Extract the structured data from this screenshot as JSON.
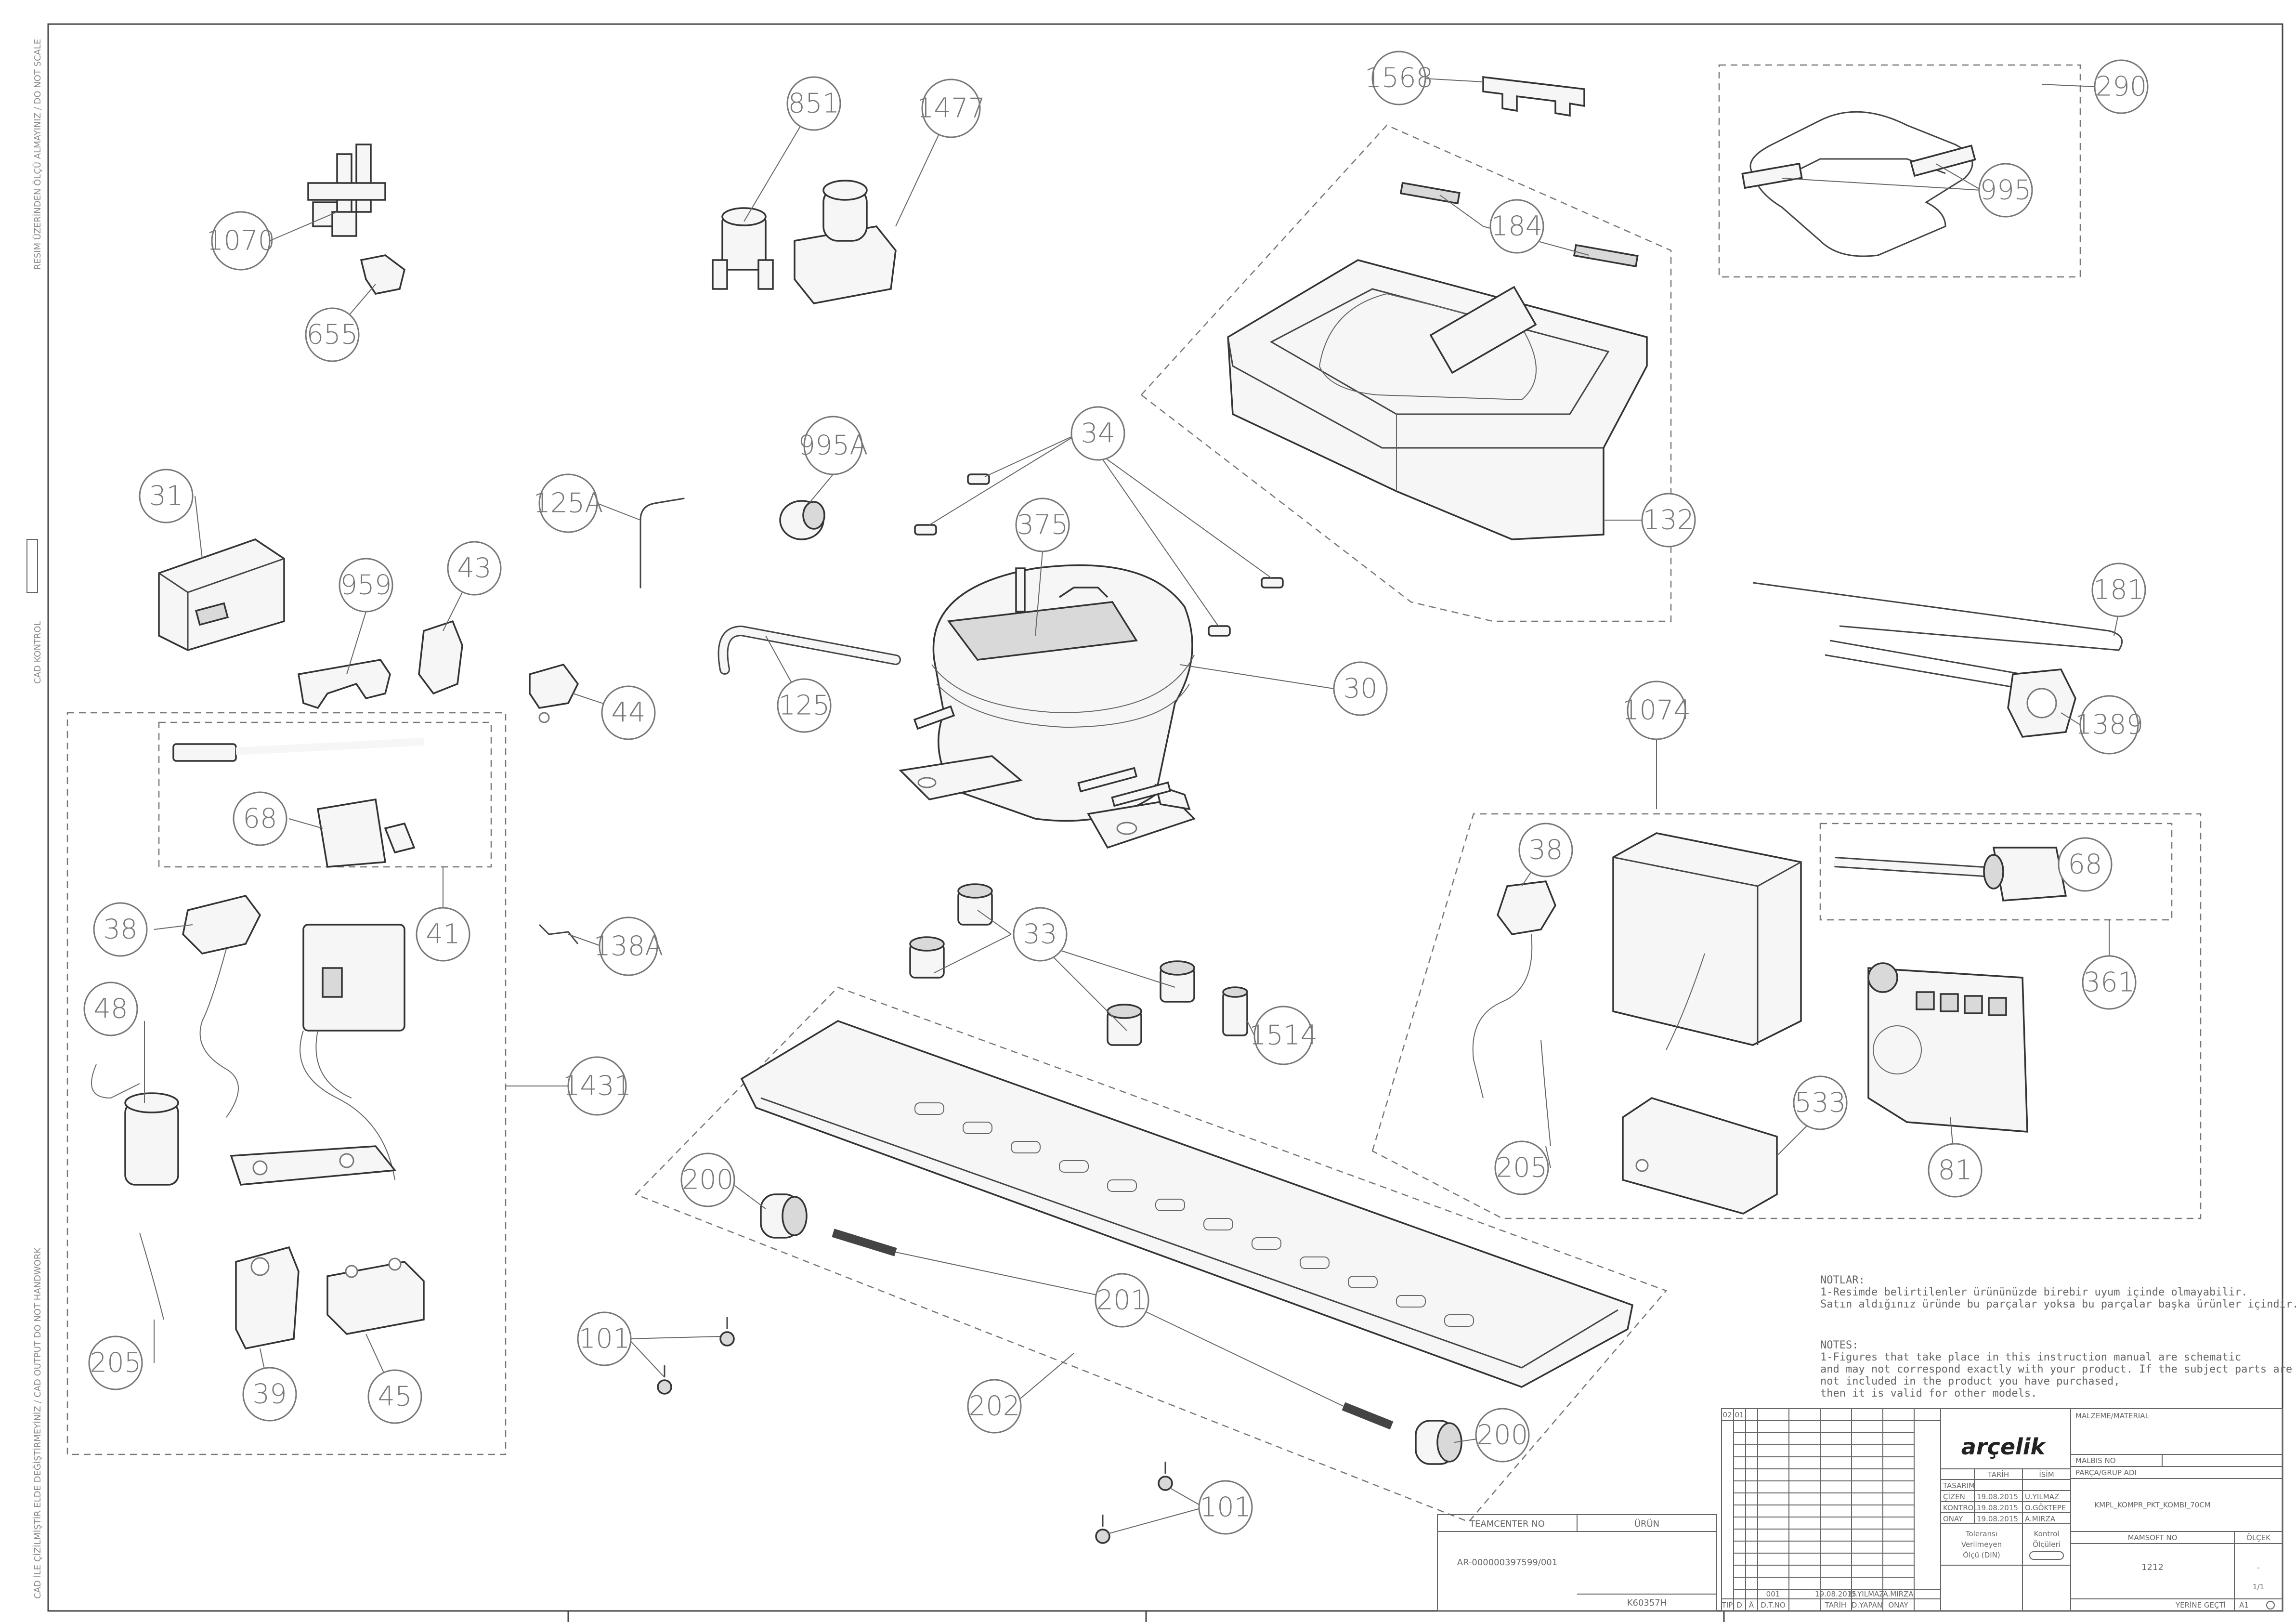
{
  "callouts": [
    {
      "label": "851"
    },
    {
      "label": "1477"
    },
    {
      "label": "1568"
    },
    {
      "label": "290"
    },
    {
      "label": "995"
    },
    {
      "label": "1070"
    },
    {
      "label": "655"
    },
    {
      "label": "184"
    },
    {
      "label": "34"
    },
    {
      "label": "995A"
    },
    {
      "label": "125A"
    },
    {
      "label": "375"
    },
    {
      "label": "31"
    },
    {
      "label": "959"
    },
    {
      "label": "43"
    },
    {
      "label": "132"
    },
    {
      "label": "181"
    },
    {
      "label": "30"
    },
    {
      "label": "125"
    },
    {
      "label": "44"
    },
    {
      "label": "1074"
    },
    {
      "label": "1389"
    },
    {
      "label": "68"
    },
    {
      "label": "38"
    },
    {
      "label": "68"
    },
    {
      "label": "41"
    },
    {
      "label": "33"
    },
    {
      "label": "138A"
    },
    {
      "label": "361"
    },
    {
      "label": "48"
    },
    {
      "label": "1514"
    },
    {
      "label": "1431"
    },
    {
      "label": "38"
    },
    {
      "label": "533"
    },
    {
      "label": "205"
    },
    {
      "label": "200"
    },
    {
      "label": "81"
    },
    {
      "label": "201"
    },
    {
      "label": "101"
    },
    {
      "label": "205"
    },
    {
      "label": "39"
    },
    {
      "label": "45"
    },
    {
      "label": "202"
    },
    {
      "label": "200"
    },
    {
      "label": "101"
    }
  ],
  "side_texts": {
    "top": "RESIM ÜZERİNDEN ÖLÇÜ ALMAYINIZ / DO NOT SCALE",
    "middle": "CAD KONTROL",
    "bottom": "CAD İLE ÇİZİLMİŞTİR ELDE DEĞİŞTİRMEYİNİZ / CAD OUTPUT DO NOT HANDWORK"
  },
  "notes": {
    "tr_header": "NOTLAR:",
    "tr_line1": "1-Resimde belirtilenler ürününüzde birebir   uyum içinde olmayabilir.",
    "tr_line2": "Satın aldığınız üründe bu parçalar yoksa bu parçalar başka ürünler içindir.",
    "en_header": "NOTES:",
    "en_line1": "1-Figures that take place in this instruction manual are schematic",
    "en_line2": "and may not correspond exactly with your product. If the subject parts are",
    "en_line3": "not included in the product you have purchased,",
    "en_line4": "then it is valid for other models."
  },
  "title_block": {
    "logo": "arçelik",
    "teamcenter_label": "TEAMCENTER NO",
    "urun_label": "ÜRÜN",
    "doc_number": "AR-000000397599/001",
    "model_code": "K60357H",
    "malzeme_label": "MALZEME/MATERIAL",
    "malbis_label": "MALBIS NO",
    "parca_label": "PARÇA/GRUP ADI",
    "part_name": "KMPL_KOMPR_PKT_KOMBI_70CM",
    "mamsoft_label": "MAMSOFT NO",
    "mamsoft_value": "1212",
    "olcek_label": "ÖLÇEK",
    "yerine_label": "YERİNE GEÇTİ",
    "sheet_size": "A1",
    "tarih_label": "TARİH",
    "isim_label": "İSİM",
    "rows": [
      {
        "role": "TASARIM",
        "date": "",
        "name": ""
      },
      {
        "role": "ÇİZEN",
        "date": "19.08.2015",
        "name": "U.YILMAZ"
      },
      {
        "role": "KONTROL",
        "date": "19.08.2015",
        "name": "O.GÖKTEPE"
      },
      {
        "role": "ONAY",
        "date": "19.08.2015",
        "name": "A.MIRZA"
      }
    ],
    "tolerance": [
      "Toleransı",
      "Verilmeyen",
      "Ölçü (DIN)"
    ],
    "kontrol_olculeri": [
      "Kontrol",
      "Ölçüleri"
    ],
    "rev_code": "001",
    "rev_date": "19.08.2015",
    "rev_drawer": "U.YILMAZ",
    "rev_approver": "A.MIRZA",
    "bottom_headers": [
      "TIP",
      "D",
      "Ä",
      "D.T.NO",
      "TARİH",
      "D.YAPAN",
      "ONAY"
    ],
    "corner_labels": [
      "02",
      "01"
    ],
    "scale_value": "-",
    "sheet_value": "1/1"
  }
}
